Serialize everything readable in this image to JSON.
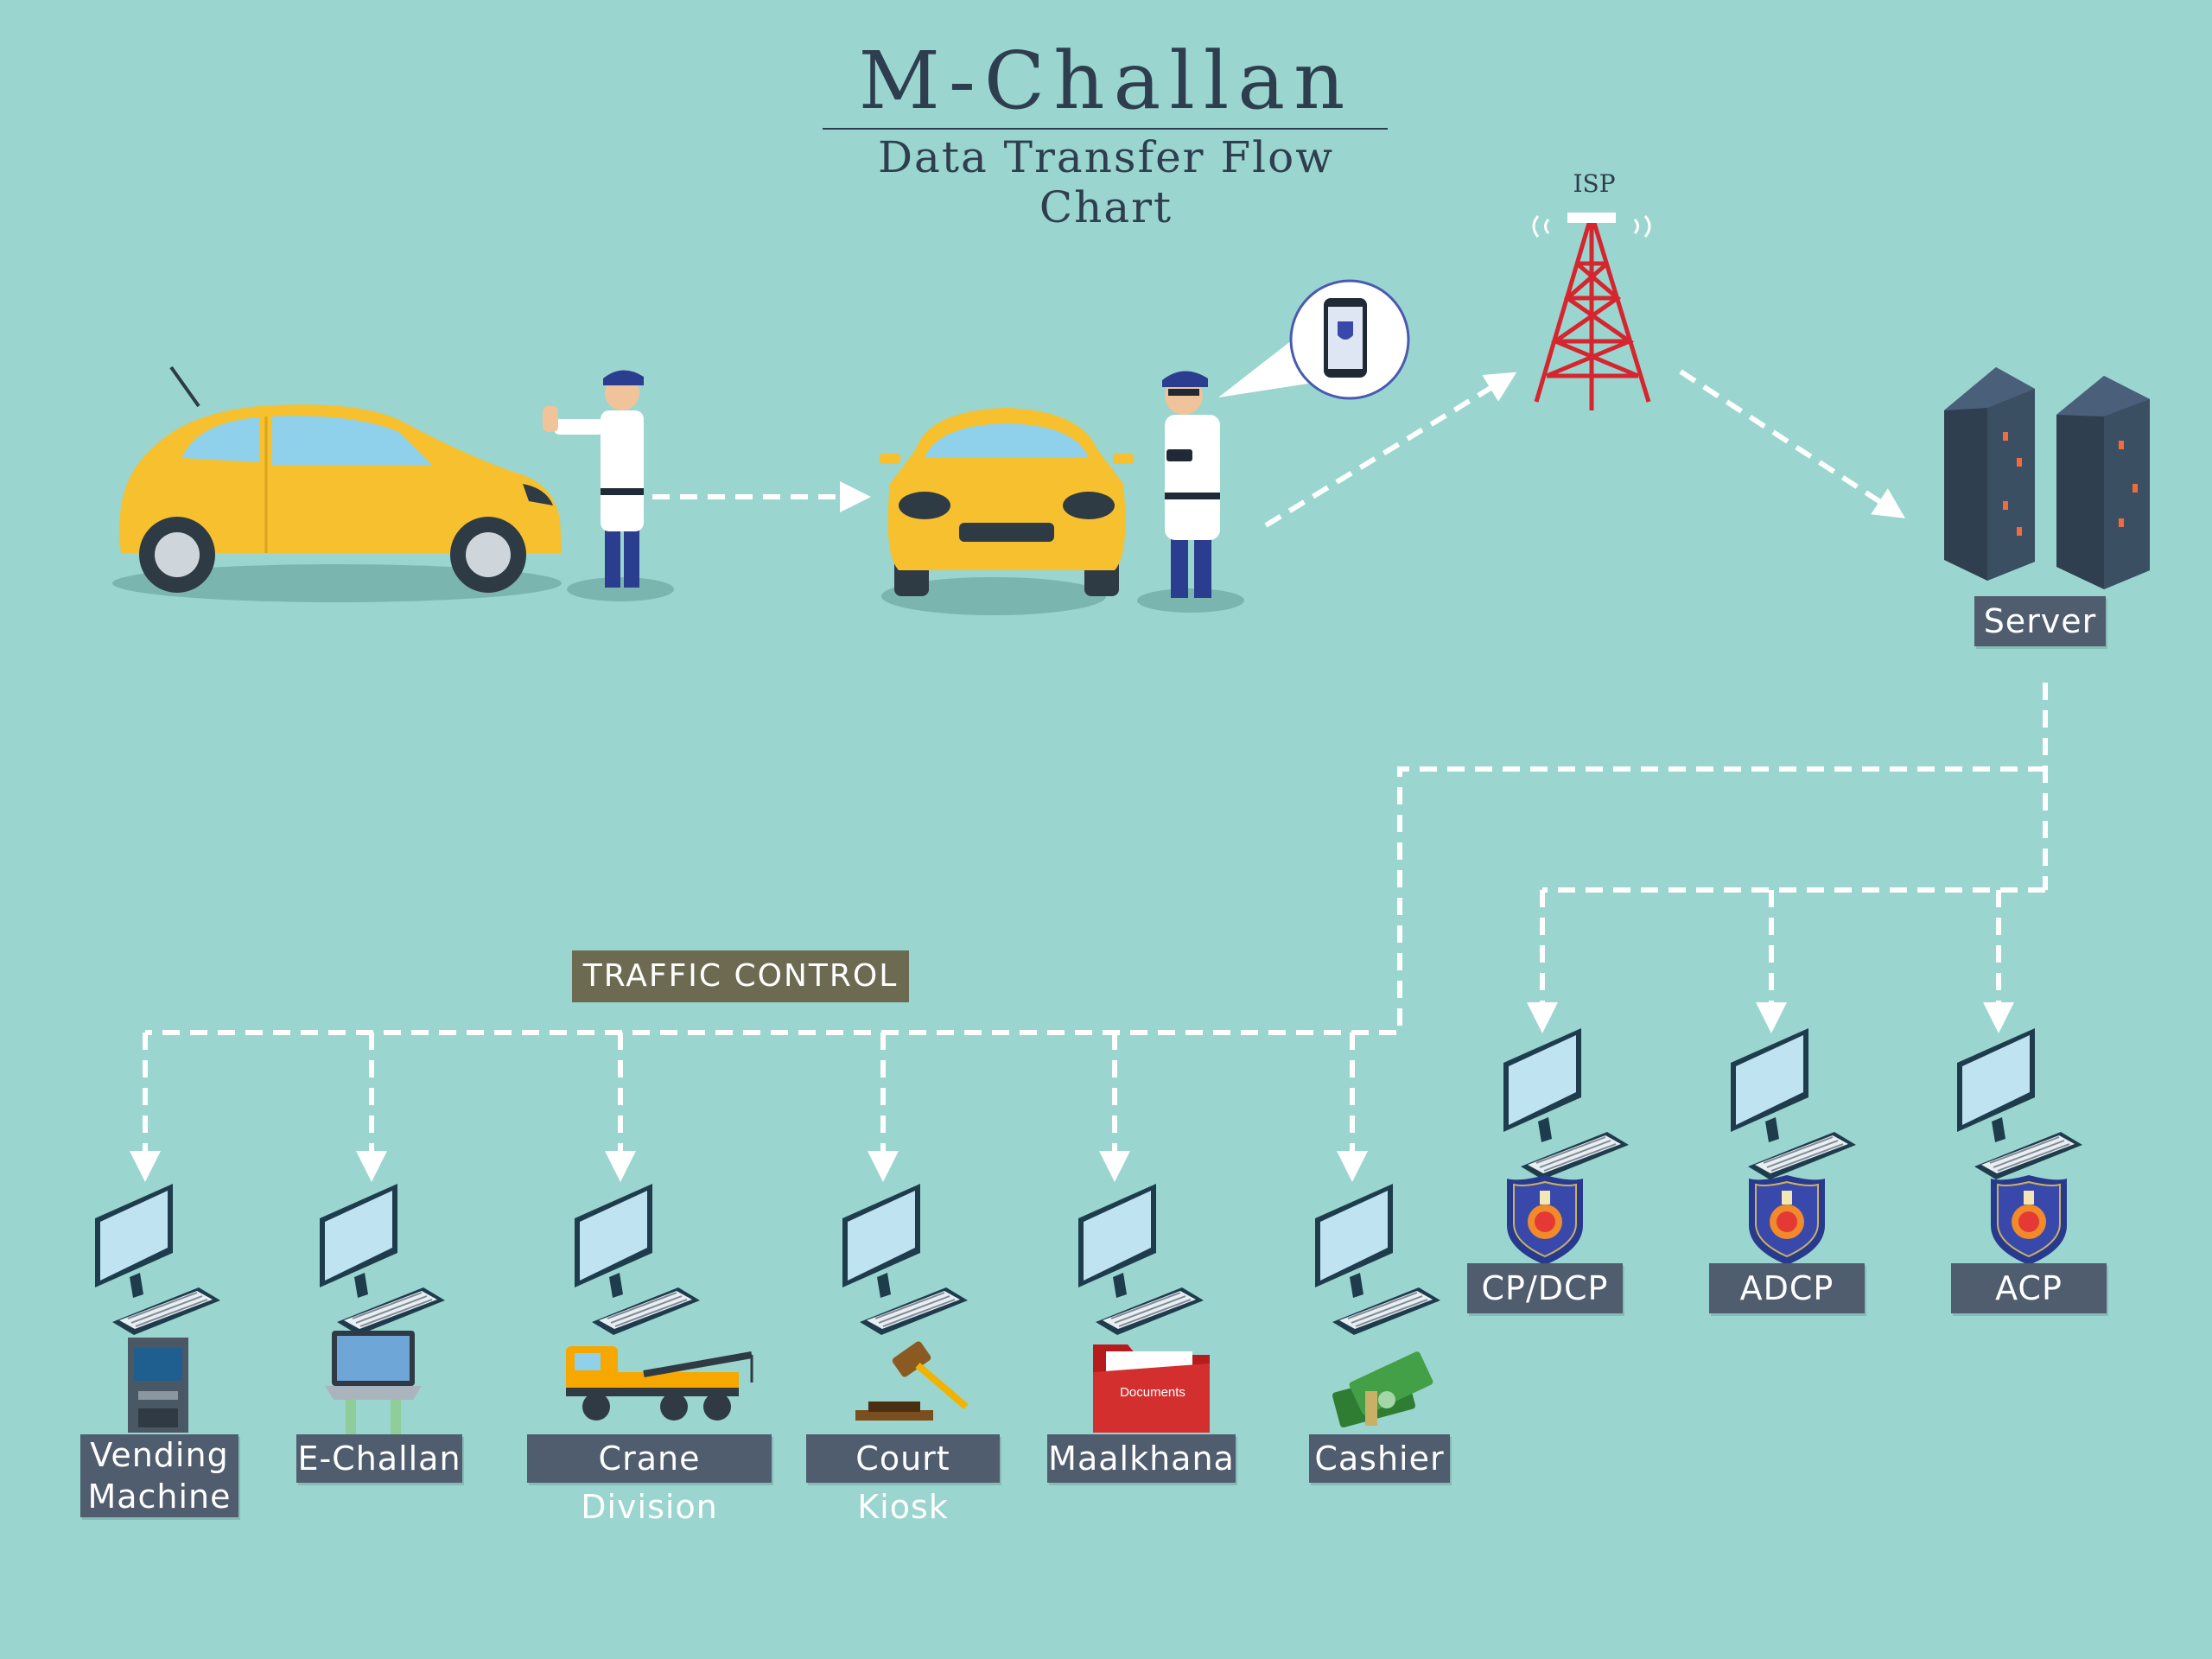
{
  "header": {
    "title": "M-Challan",
    "subtitle": "Data Transfer Flow Chart"
  },
  "network": {
    "isp_label": "ISP",
    "server_label": "Server"
  },
  "traffic_control": {
    "label": "TRAFFIC CONTROL"
  },
  "departments": [
    {
      "label_line1": "Vending",
      "label_line2": "Machine"
    },
    {
      "label": "E-Challan"
    },
    {
      "label": "Crane Division"
    },
    {
      "label": "Court Kiosk"
    },
    {
      "label": "Maalkhana",
      "folder_text": "Documents"
    },
    {
      "label": "Cashier"
    }
  ],
  "officers": [
    {
      "label": "CP/DCP"
    },
    {
      "label": "ADCP"
    },
    {
      "label": "ACP"
    }
  ],
  "colors": {
    "background": "#9ad5cf",
    "label_bg": "#4f5d6e",
    "traffic_bg": "#6c6b52",
    "car": "#f6c02f",
    "tower": "#d5262f",
    "dashed_line": "#ffffff"
  }
}
